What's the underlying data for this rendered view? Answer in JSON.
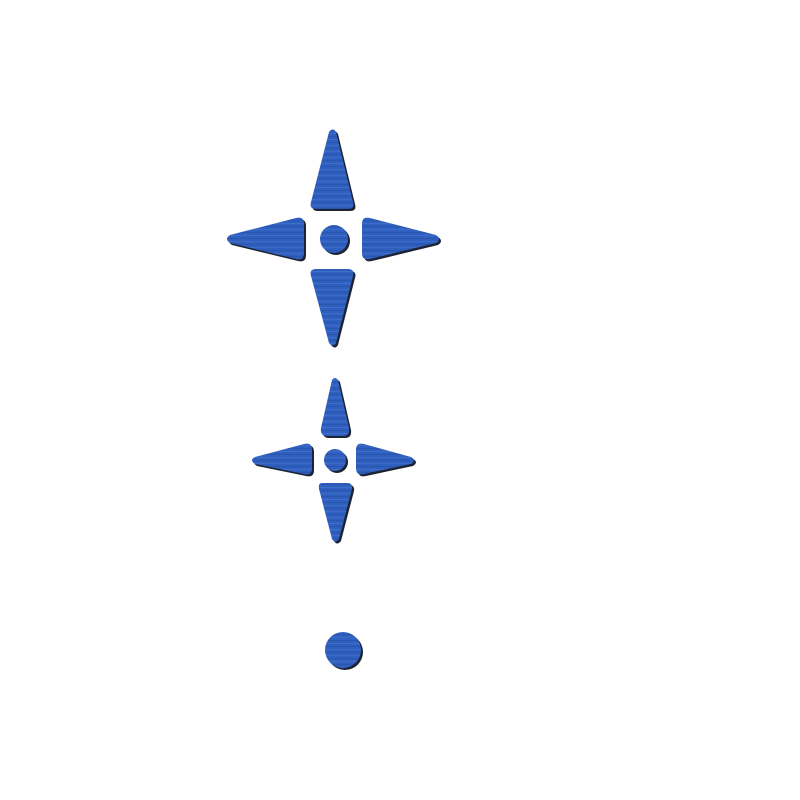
{
  "canvas": {
    "background": "#ffffff"
  },
  "style": {
    "fill": "#2f5fbf",
    "stripe": "#4a78d0",
    "stripe_dark": "#244ea3",
    "shadow": "#1c2333"
  },
  "icons": [
    {
      "name": "large-star-icon",
      "kind": "four-point-star-with-center-dot"
    },
    {
      "name": "small-star-icon",
      "kind": "four-point-star-with-center-dot"
    },
    {
      "name": "dot-icon",
      "kind": "circle"
    }
  ]
}
